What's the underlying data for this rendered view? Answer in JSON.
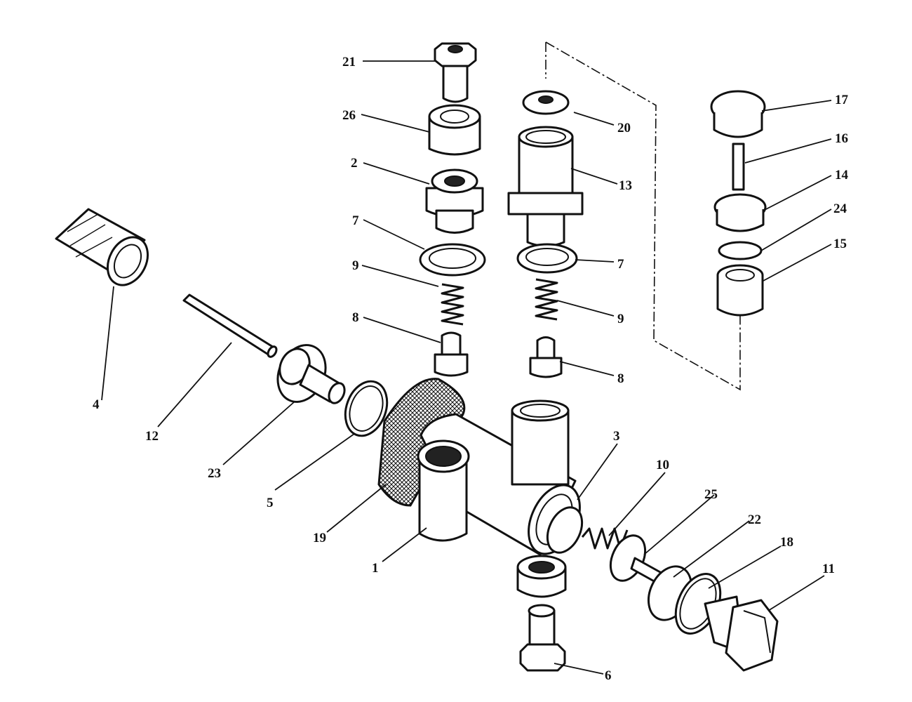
{
  "callouts": [
    {
      "id": "c1",
      "text": "1"
    },
    {
      "id": "c2",
      "text": "2"
    },
    {
      "id": "c3",
      "text": "3"
    },
    {
      "id": "c4",
      "text": "4"
    },
    {
      "id": "c5",
      "text": "5"
    },
    {
      "id": "c6",
      "text": "6"
    },
    {
      "id": "c7a",
      "text": "7"
    },
    {
      "id": "c7b",
      "text": "7"
    },
    {
      "id": "c8a",
      "text": "8"
    },
    {
      "id": "c8b",
      "text": "8"
    },
    {
      "id": "c9a",
      "text": "9"
    },
    {
      "id": "c9b",
      "text": "9"
    },
    {
      "id": "c10",
      "text": "10"
    },
    {
      "id": "c11",
      "text": "11"
    },
    {
      "id": "c12",
      "text": "12"
    },
    {
      "id": "c13",
      "text": "13"
    },
    {
      "id": "c14",
      "text": "14"
    },
    {
      "id": "c15",
      "text": "15"
    },
    {
      "id": "c16",
      "text": "16"
    },
    {
      "id": "c17",
      "text": "17"
    },
    {
      "id": "c18",
      "text": "18"
    },
    {
      "id": "c19",
      "text": "19"
    },
    {
      "id": "c20",
      "text": "20"
    },
    {
      "id": "c21",
      "text": "21"
    },
    {
      "id": "c22",
      "text": "22"
    },
    {
      "id": "c23",
      "text": "23"
    },
    {
      "id": "c24",
      "text": "24"
    },
    {
      "id": "c25",
      "text": "25"
    },
    {
      "id": "c26",
      "text": "26"
    }
  ]
}
